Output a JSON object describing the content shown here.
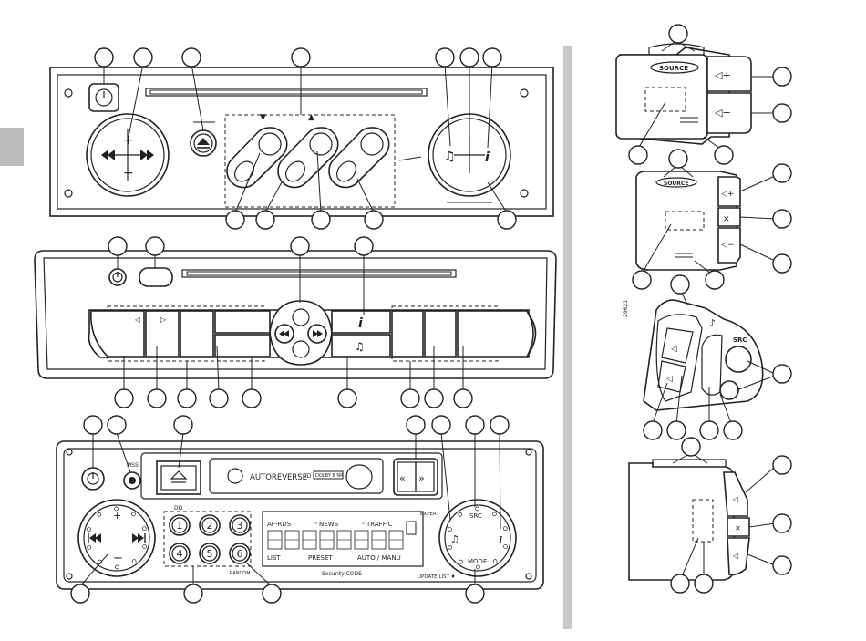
{
  "unit1": {
    "arrow_down": "▼",
    "arrow_up": "▲"
  },
  "unit2": {
    "info_label": "i"
  },
  "unit3": {
    "mss_label": "MSS",
    "dd_label": "DD",
    "autoreverse_label": "AUTOREVERSE",
    "dolby_label": "DD",
    "dolby_box_label": "DOLBY B NR",
    "preset_buttons": [
      "1",
      "2",
      "3",
      "4",
      "5",
      "6"
    ],
    "display_tags": [
      "AF-RDS",
      "⁸ NEWS",
      "⁸ TRAFFIC"
    ],
    "display_bottom": [
      "LIST",
      "PRESET",
      "AUTO / MANU"
    ],
    "security_code": "Security CODE",
    "random_label": "RANDOM",
    "expert_label": "EXPERT",
    "src_label": "SRC",
    "mode_label": "MODE",
    "update_label": "UPDATE LIST ♦",
    "info_label": "i",
    "music_note": "♫"
  },
  "remotes": {
    "source_label_1": "SOURCE",
    "source_label_2": "SOURCE",
    "src_label": "SRC",
    "figure_code": "29621"
  },
  "icons": {
    "power": "power-icon",
    "eject": "eject-icon",
    "next": "skip-forward-icon",
    "prev": "skip-back-icon",
    "music": "music-note-icon",
    "info": "info-icon",
    "volume_up": "volume-up-icon",
    "volume_down": "volume-down-icon",
    "mute": "mute-icon"
  },
  "colors": {
    "line": "#222222",
    "panel_fill": "#ffffff",
    "tab": "#bdbdbd",
    "divider": "#bdbdbd"
  }
}
